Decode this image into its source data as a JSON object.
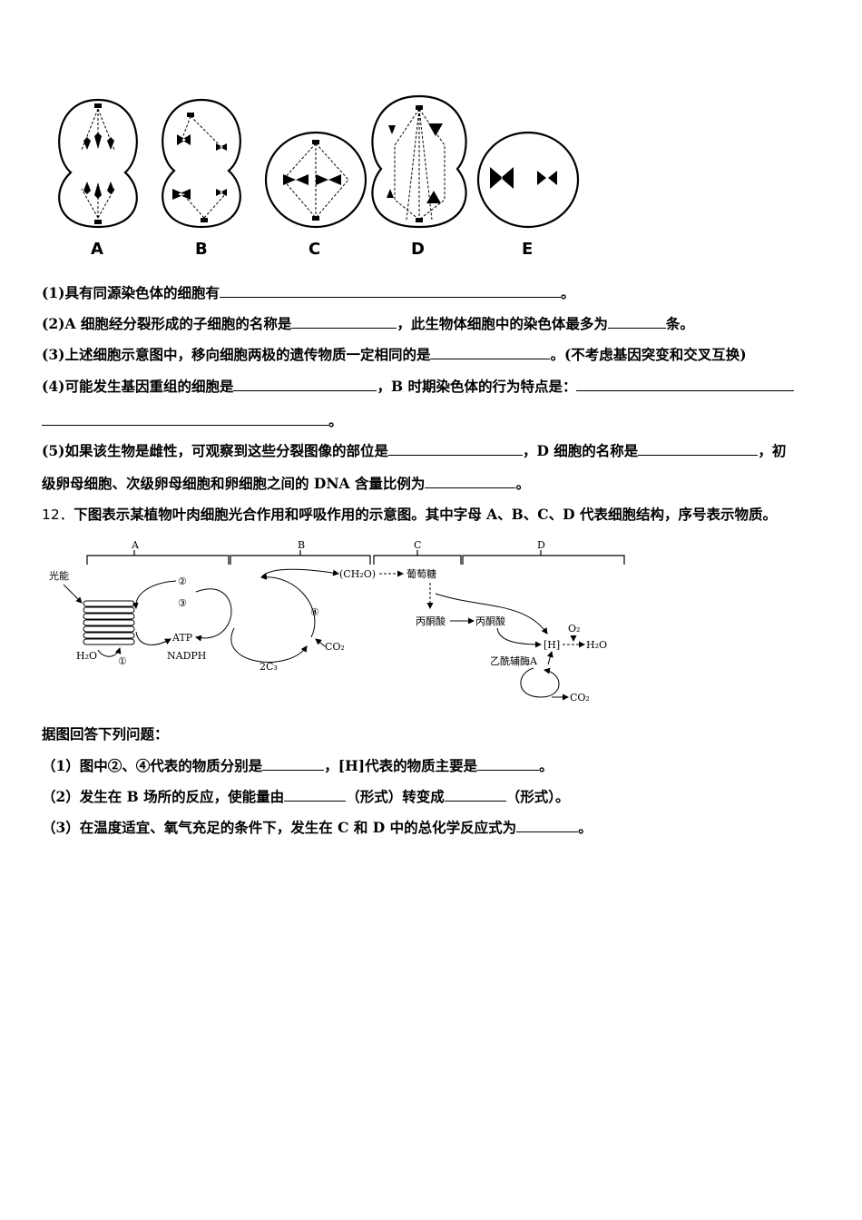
{
  "cells": {
    "labels": [
      "A",
      "B",
      "C",
      "D",
      "E"
    ]
  },
  "q11": {
    "p1_prefix": "(1)具有同源染色体的细胞有",
    "p1_suffix": "。",
    "p2_prefix": "(2)A 细胞经分裂形成的子细胞的名称是",
    "p2_mid": "，此生物体细胞中的染色体最多为",
    "p2_suffix": "条。",
    "p3_prefix": "(3)上述细胞示意图中，移向细胞两极的遗传物质一定相同的是",
    "p3_suffix": "。(不考虑基因突变和交叉互换)",
    "p4_prefix": "(4)可能发生基因重组的细胞是",
    "p4_mid": "，B 时期染色体的行为特点是：",
    "p4_suffix": "。",
    "p5_prefix": "(5)如果该生物是雌性，可观察到这些分裂图像的部位是",
    "p5_mid": "，D 细胞的名称是",
    "p5_end": "，初",
    "p5_line2_prefix": "级卵母细胞、次级卵母细胞和卵细胞之间的 DNA 含量比例为",
    "p5_line2_suffix": "。"
  },
  "q12": {
    "number": "12．",
    "stem_a": "下图表示某植物叶肉细胞光合作用和呼吸作用的示意图。其中字母 ",
    "stem_letters": "A、B、C、D",
    "stem_b": " 代表细胞结构，序号表示物质。"
  },
  "diagram": {
    "regions": [
      "A",
      "B",
      "C",
      "D"
    ],
    "guang_neng": "光能",
    "n1": "①",
    "n2": "②",
    "n3": "③",
    "n4": "④",
    "h2o": "H₂O",
    "atp": "ATP",
    "nadph": "NADPH",
    "ch2o": "(CH₂O)",
    "glucose": "葡萄糖",
    "pyruvate1": "丙酮酸",
    "pyruvate2": "丙酮酸",
    "h": "[H]",
    "o2": "O₂",
    "h2o_out": "H₂O",
    "co2_in": "CO₂",
    "c3": "2C₃",
    "acetyl": "乙酰辅酶A",
    "co2_out": "CO₂"
  },
  "answer_prompt": "据图回答下列问题：",
  "sub_questions": {
    "s1_prefix": "（1）图中②、④代表的物质分别是",
    "s1_mid": "，[H]代表的物质主要是",
    "s1_suffix": "。",
    "s2_prefix": "（2）发生在 B 场所的反应，使能量由",
    "s2_mid1": "（形式）转变成",
    "s2_suffix": "（形式）。",
    "s3_prefix": "（3）在温度适宜、氧气充足的条件下，发生在 C 和 D 中的总化学反应式为",
    "s3_suffix": "。"
  }
}
